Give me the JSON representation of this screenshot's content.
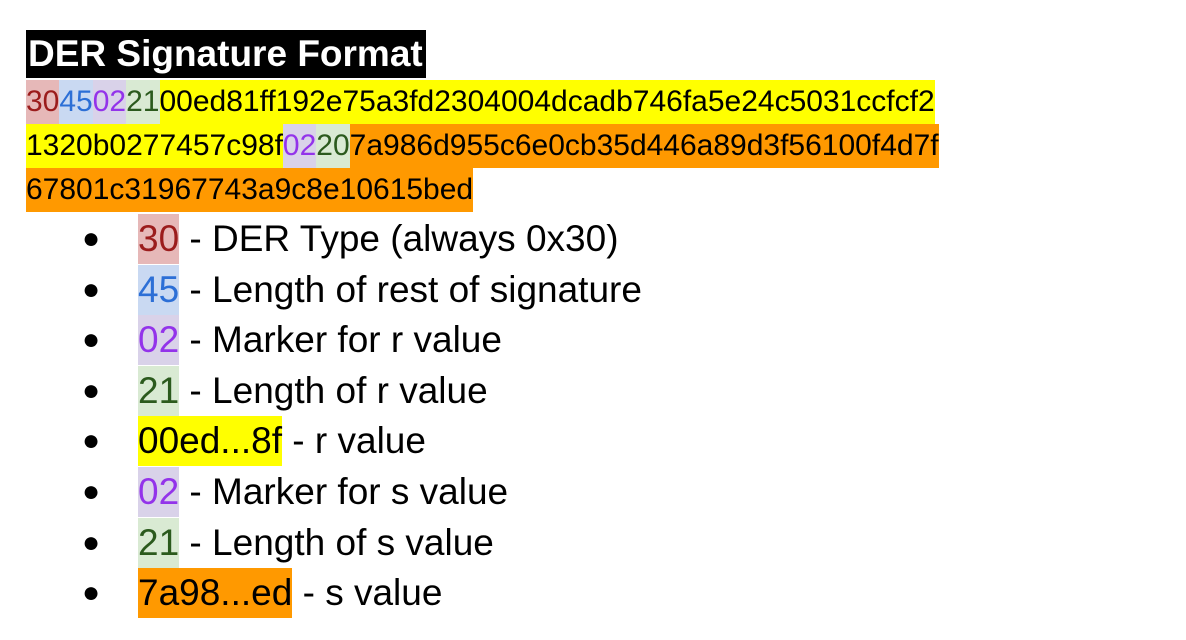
{
  "title": "DER Signature Format",
  "colors": {
    "type_text": "#9b1c1c",
    "type_bg": "#e6b8b8",
    "length_text": "#2c6fd6",
    "length_bg": "#c9d9f2",
    "marker_text": "#9333ea",
    "marker_bg": "#d9d2e9",
    "sublen_text": "#2b5a1d",
    "sublen_bg": "#d9ead3",
    "r_bg": "#ffff00",
    "s_bg": "#ff9900"
  },
  "signature_lines": [
    [
      {
        "text": "30",
        "role": "type"
      },
      {
        "text": "45",
        "role": "length"
      },
      {
        "text": "02",
        "role": "marker"
      },
      {
        "text": "21",
        "role": "sublen"
      },
      {
        "text": "00ed81ff192e75a3fd2304004dcadb746fa5e24c5031ccfcf2",
        "role": "r"
      }
    ],
    [
      {
        "text": "1320b0277457c98f",
        "role": "r"
      },
      {
        "text": "02",
        "role": "marker"
      },
      {
        "text": "20",
        "role": "sublen"
      },
      {
        "text": "7a986d955c6e0cb35d446a89d3f56100f4d7f",
        "role": "s"
      }
    ],
    [
      {
        "text": "67801c31967743a9c8e10615bed",
        "role": "s"
      }
    ]
  ],
  "legend": [
    {
      "code": "30",
      "role": "type",
      "desc": " - DER Type (always 0x30)"
    },
    {
      "code": "45",
      "role": "length",
      "desc": " - Length of rest of signature"
    },
    {
      "code": "02",
      "role": "marker",
      "desc": " - Marker for r value"
    },
    {
      "code": "21",
      "role": "sublen",
      "desc": " - Length of r value"
    },
    {
      "code": "00ed...8f",
      "role": "r",
      "desc": " - r value"
    },
    {
      "code": "02",
      "role": "marker",
      "desc": " - Marker for s value"
    },
    {
      "code": "21",
      "role": "sublen",
      "desc": " - Length of s value"
    },
    {
      "code": "7a98...ed",
      "role": "s",
      "desc": " - s value"
    }
  ],
  "bullet_glyph": "●"
}
